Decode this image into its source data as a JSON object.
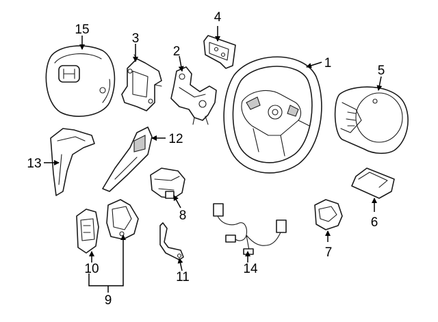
{
  "callouts": {
    "c1": "1",
    "c2": "2",
    "c3": "3",
    "c4": "4",
    "c5": "5",
    "c6": "6",
    "c7": "7",
    "c8": "8",
    "c9": "9",
    "c10": "10",
    "c11": "11",
    "c12": "12",
    "c13": "13",
    "c14": "14",
    "c15": "15"
  },
  "colors": {
    "line": "#1a1a1a",
    "shade": "#c8c8c8",
    "background": "#ffffff"
  }
}
